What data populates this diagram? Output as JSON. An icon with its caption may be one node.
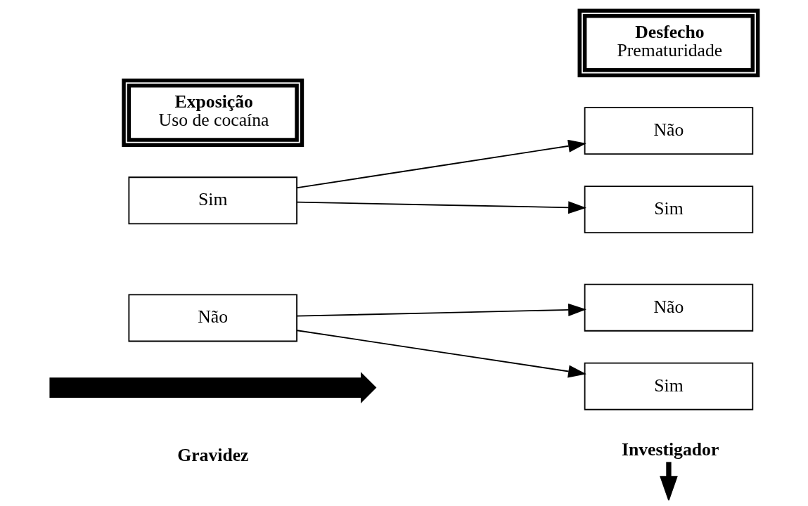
{
  "diagram": {
    "nodes": [
      {
        "text": [
          "Exposição",
          "Uso de cocaína"
        ]
      },
      {
        "text": [
          "Desfecho",
          "Prematuridade"
        ]
      },
      {
        "text": [
          "Sim"
        ]
      },
      {
        "text": [
          "Não"
        ]
      },
      {
        "text": [
          "Sim"
        ]
      },
      {
        "text": [
          "Não"
        ]
      },
      {
        "text": [
          "Sim"
        ]
      },
      {
        "text": [
          "Não"
        ]
      },
      {
        "text": [
          "Investigador"
        ]
      },
      {
        "text": [],
        "shape": "arrow",
        "beside": [
          "Gravidez"
        ]
      }
    ],
    "edges": [
      {
        "from": 2,
        "to": 4,
        "arrow": "to"
      },
      {
        "from": 2,
        "to": 5,
        "arrow": "to"
      },
      {
        "from": 3,
        "to": 6,
        "arrow": "to"
      },
      {
        "from": 3,
        "to": 7,
        "arrow": "to"
      },
      {
        "from": 8,
        "to": null,
        "arrow": "to",
        "style": "thick"
      }
    ]
  }
}
